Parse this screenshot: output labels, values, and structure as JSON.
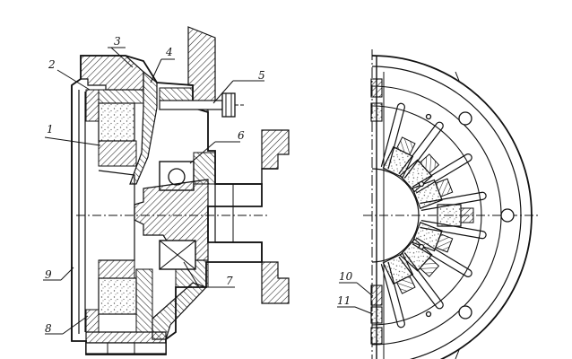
{
  "figure": {
    "callouts": [
      "1",
      "2",
      "3",
      "4",
      "5",
      "6",
      "7",
      "8",
      "9",
      "10",
      "11"
    ],
    "colors": {
      "ink": "#111111",
      "paper": "#ffffff",
      "hatch": "#222222",
      "grit": "#555555"
    }
  }
}
